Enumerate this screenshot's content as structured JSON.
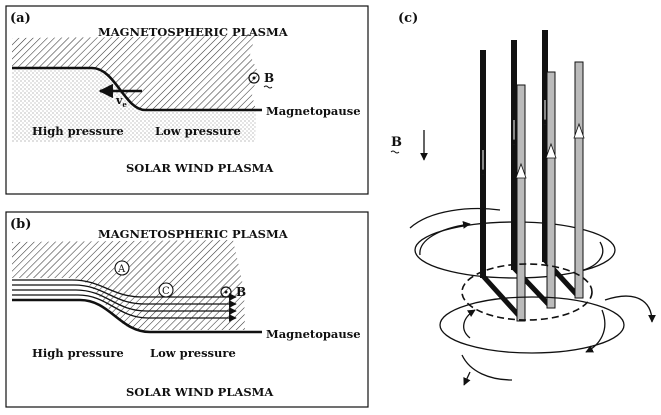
{
  "panel_a": {
    "label": "(a)",
    "top_region": "MAGNETOSPHERIC PLASMA",
    "bottom_region": "SOLAR WIND PLASMA",
    "left_pressure": "High pressure",
    "right_pressure": "Low pressure",
    "boundary": "Magnetopause",
    "velocity_label": "v",
    "velocity_subscript": "e",
    "field_label": "B"
  },
  "panel_b": {
    "label": "(b)",
    "top_region": "MAGNETOSPHERIC PLASMA",
    "bottom_region": "SOLAR WIND PLASMA",
    "left_pressure": "High pressure",
    "right_pressure": "Low pressure",
    "boundary": "Magnetopause",
    "marker_a": "A",
    "marker_c": "C",
    "field_label": "B"
  },
  "panel_c": {
    "label": "(c)",
    "field_label": "B"
  },
  "colors": {
    "ink": "#111111",
    "hatch": "#333333",
    "stipple": "#777777",
    "grey_tube": "#b8b8b8"
  }
}
